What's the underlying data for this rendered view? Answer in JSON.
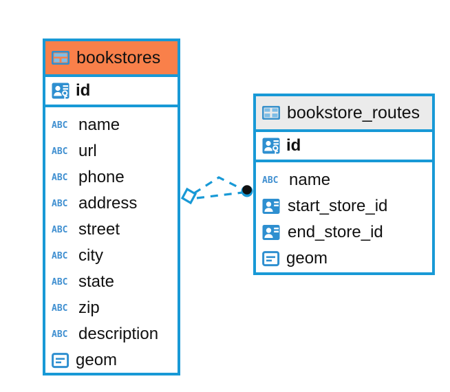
{
  "diagram": {
    "type": "entity-relationship-diagram",
    "background": "#ffffff",
    "accent_blue": "#1899d6",
    "header_orange": "#f9804a",
    "header_gray": "#ebebeb",
    "icon_blue": "#2e8fd0",
    "text_color": "#111111"
  },
  "entities": [
    {
      "name": "bookstores",
      "header_style": "orange",
      "header_icon": "table-icon",
      "primary_key": {
        "label": "id",
        "icon": "primary-key-icon"
      },
      "fields": [
        {
          "label": "name",
          "icon": "abc-text-icon"
        },
        {
          "label": "url",
          "icon": "abc-text-icon"
        },
        {
          "label": "phone",
          "icon": "abc-text-icon"
        },
        {
          "label": "address",
          "icon": "abc-text-icon"
        },
        {
          "label": "street",
          "icon": "abc-text-icon"
        },
        {
          "label": "city",
          "icon": "abc-text-icon"
        },
        {
          "label": "state",
          "icon": "abc-text-icon"
        },
        {
          "label": "zip",
          "icon": "abc-text-icon"
        },
        {
          "label": "description",
          "icon": "abc-text-icon"
        },
        {
          "label": "geom",
          "icon": "geometry-icon"
        }
      ]
    },
    {
      "name": "bookstore_routes",
      "header_style": "gray",
      "header_icon": "table-icon",
      "primary_key": {
        "label": "id",
        "icon": "primary-key-icon"
      },
      "fields": [
        {
          "label": "name",
          "icon": "abc-text-icon"
        },
        {
          "label": "start_store_id",
          "icon": "foreign-key-icon"
        },
        {
          "label": "end_store_id",
          "icon": "foreign-key-icon"
        },
        {
          "label": "geom",
          "icon": "geometry-icon"
        }
      ]
    }
  ],
  "relationship": {
    "from_entity": "bookstores",
    "to_entity": "bookstore_routes",
    "line_style": "dashed",
    "color": "#1899d6",
    "source_marker": "diamond",
    "target_marker": "filled-circle"
  },
  "icon_labels": {
    "abc": "ABC"
  }
}
